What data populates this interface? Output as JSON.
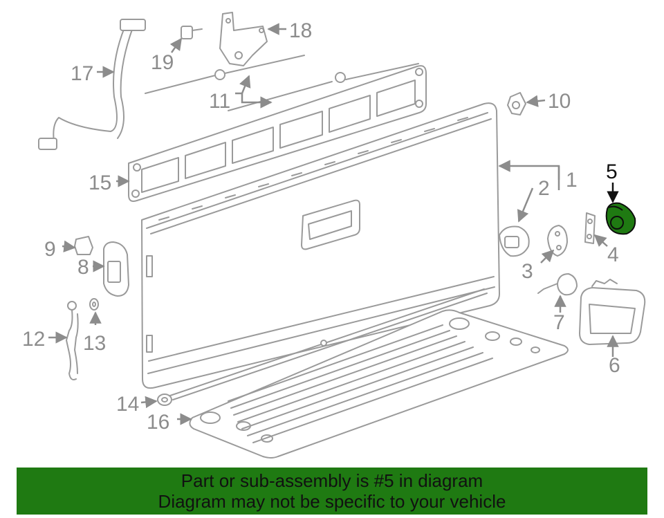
{
  "callouts": {
    "c1": "1",
    "c2": "2",
    "c3": "3",
    "c4": "4",
    "c5": "5",
    "c6": "6",
    "c7": "7",
    "c8": "8",
    "c9": "9",
    "c10": "10",
    "c11": "11",
    "c12": "12",
    "c13": "13",
    "c14": "14",
    "c15": "15",
    "c16": "16",
    "c17": "17",
    "c18": "18",
    "c19": "19"
  },
  "highlighted_part": "5",
  "colors": {
    "highlight": "#1f7a12",
    "banner": "#1f7a12",
    "line_art": "#9a9a9a"
  },
  "banner": {
    "line1": "Part or sub-assembly is #5 in diagram",
    "line2": "Diagram may not be specific to your vehicle"
  }
}
